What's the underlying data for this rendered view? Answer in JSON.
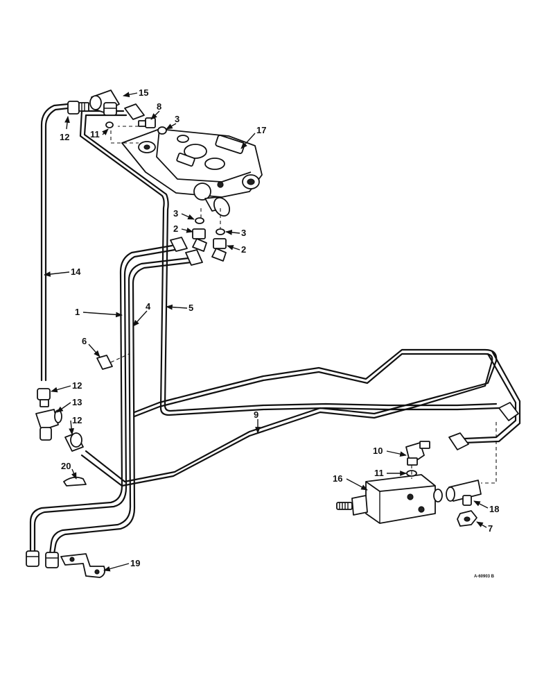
{
  "figure": {
    "reference_code": "A-60903 B"
  },
  "callouts": {
    "c1": "1",
    "c2a": "2",
    "c2b": "2",
    "c3a": "3",
    "c3b": "3",
    "c3c": "3",
    "c4": "4",
    "c5": "5",
    "c6": "6",
    "c7": "7",
    "c8": "8",
    "c9": "9",
    "c10": "10",
    "c11a": "11",
    "c11b": "11",
    "c12a": "12",
    "c12b": "12",
    "c12c": "12",
    "c13": "13",
    "c14": "14",
    "c15": "15",
    "c16": "16",
    "c17": "17",
    "c18": "18",
    "c19": "19",
    "c20": "20"
  }
}
